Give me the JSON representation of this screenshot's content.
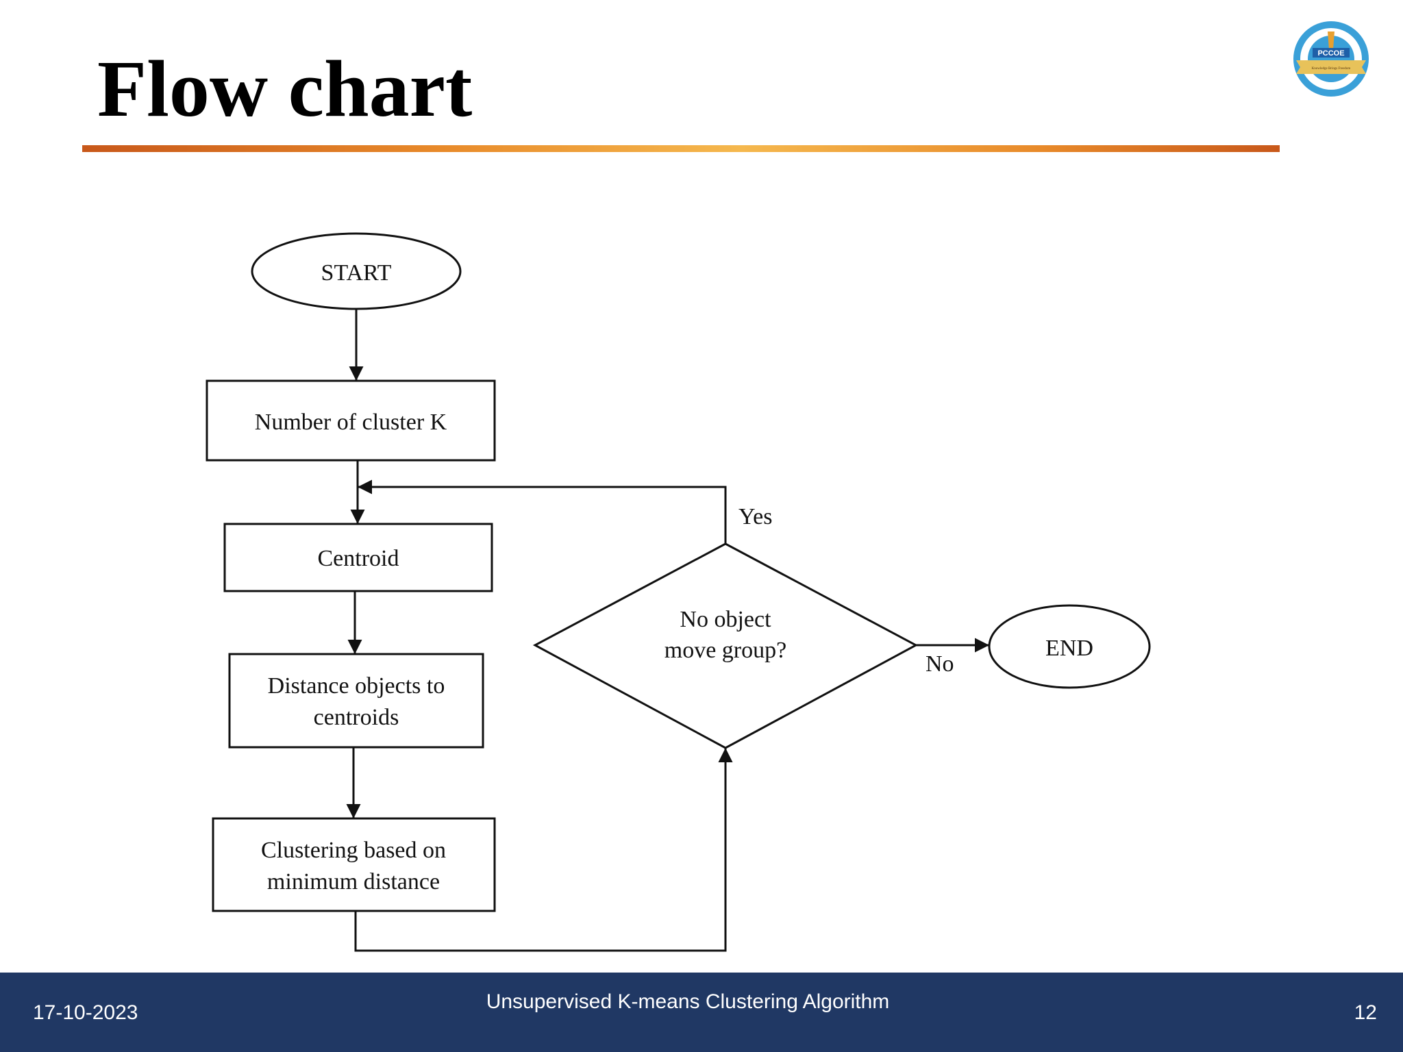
{
  "slide": {
    "title": "Flow chart"
  },
  "logo": {
    "text": "PCCOE",
    "motto": "Knowledge Brings Freedom",
    "ring_color": "#3aa0d8",
    "banner_color": "#e8c25a"
  },
  "flowchart": {
    "nodes": {
      "start": {
        "shape": "ellipse",
        "lines": [
          "START"
        ]
      },
      "num_clusters": {
        "shape": "rectangle",
        "lines": [
          "Number of cluster K"
        ]
      },
      "centroid": {
        "shape": "rectangle",
        "lines": [
          "Centroid"
        ]
      },
      "distance": {
        "shape": "rectangle",
        "lines": [
          "Distance objects to",
          "centroids"
        ]
      },
      "clustering": {
        "shape": "rectangle",
        "lines": [
          "Clustering based on",
          "minimum distance"
        ]
      },
      "decision": {
        "shape": "diamond",
        "lines": [
          "No object",
          "move group?"
        ]
      },
      "end": {
        "shape": "ellipse",
        "lines": [
          "END"
        ]
      }
    },
    "edges": [
      {
        "from": "start",
        "to": "num_clusters",
        "label": ""
      },
      {
        "from": "num_clusters",
        "to": "centroid",
        "label": ""
      },
      {
        "from": "centroid",
        "to": "distance",
        "label": ""
      },
      {
        "from": "distance",
        "to": "clustering",
        "label": ""
      },
      {
        "from": "clustering",
        "to": "decision",
        "label": ""
      },
      {
        "from": "decision",
        "to": "centroid",
        "label": "Yes"
      },
      {
        "from": "decision",
        "to": "end",
        "label": "No"
      }
    ],
    "labels": {
      "yes": "Yes",
      "no": "No"
    }
  },
  "footer": {
    "date": "17-10-2023",
    "title": "Unsupervised K-means Clustering Algorithm",
    "page": "12",
    "background": "#203864"
  }
}
